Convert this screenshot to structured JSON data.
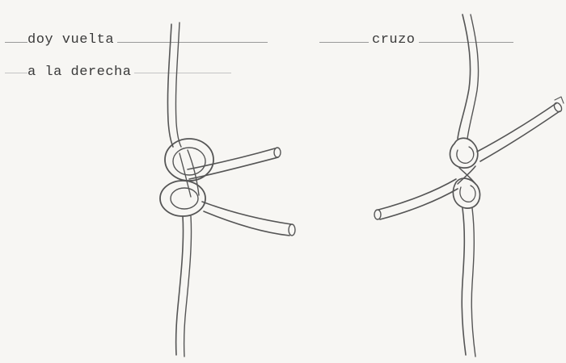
{
  "labels": {
    "left_line1": "doy vuelta",
    "left_line2": "a la derecha",
    "right": "cruzo"
  },
  "colors": {
    "paper": "#f7f6f3",
    "ink": "#3a3a3a",
    "pencil": "#555555"
  }
}
